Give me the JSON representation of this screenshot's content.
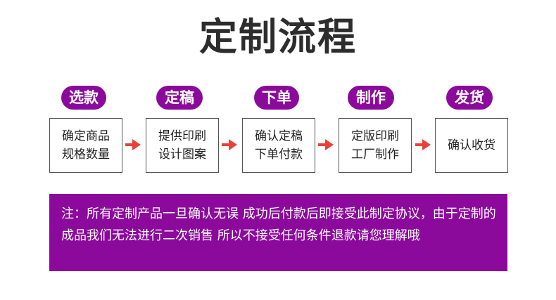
{
  "header": {
    "title": "定制流程"
  },
  "steps": [
    {
      "label": "选款",
      "box_line1": "确定商品",
      "box_line2": "规格数量"
    },
    {
      "label": "定稿",
      "box_line1": "提供印刷",
      "box_line2": "设计图案"
    },
    {
      "label": "下单",
      "box_line1": "确认定稿",
      "box_line2": "下单付款"
    },
    {
      "label": "制作",
      "box_line1": "定版印刷",
      "box_line2": "工厂制作"
    },
    {
      "label": "发货",
      "box_line1": "确认收货",
      "box_line2": ""
    }
  ],
  "colors": {
    "accent": "#8b0a9c",
    "arrow": "#e8413c",
    "title": "#2d2d2d"
  },
  "icons": {
    "arrow": "arrow-right-icon"
  },
  "notice": {
    "text": "注：所有定制产品一旦确认无误 成功后付款后即接受此制定协议，由于定制的成品我们无法进行二次销售 所以不接受任何条件退款请您理解哦"
  }
}
